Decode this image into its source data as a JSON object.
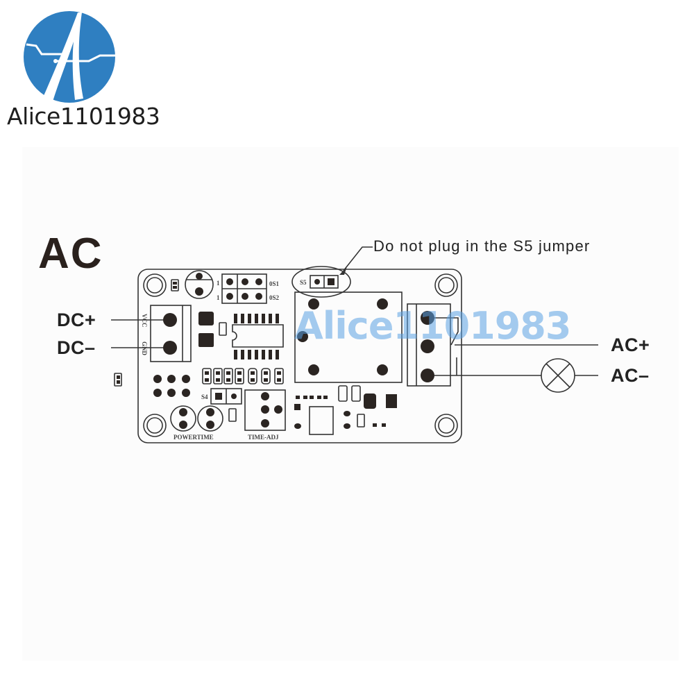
{
  "logo": {
    "brand_name": "Alice1101983",
    "icon": "stylized-A-circle-logo-icon",
    "color": "#2f7fc1"
  },
  "diagram": {
    "title": "AC",
    "note": "Do not plug in the S5 jumper",
    "watermark": "Alice1101983",
    "left_terminals": [
      {
        "label": "DC+",
        "pin": "VCC"
      },
      {
        "label": "DC–",
        "pin": "GND"
      }
    ],
    "right_terminals": [
      {
        "label": "AC+"
      },
      {
        "label": "AC–"
      }
    ],
    "load_symbol": "lamp-icon",
    "board_labels": {
      "s1": "0S1",
      "s2": "0S2",
      "pin1_a": "1",
      "pin1_b": "1",
      "s4": "S4",
      "s5": "S5",
      "powertime": "POWERTIME",
      "time_adj": "TIME-ADJ",
      "vcc": "VCC",
      "gnd": "GND"
    },
    "colors": {
      "line": "#333333",
      "pad": "#2b2522",
      "watermark": "#5aa0e1"
    }
  }
}
